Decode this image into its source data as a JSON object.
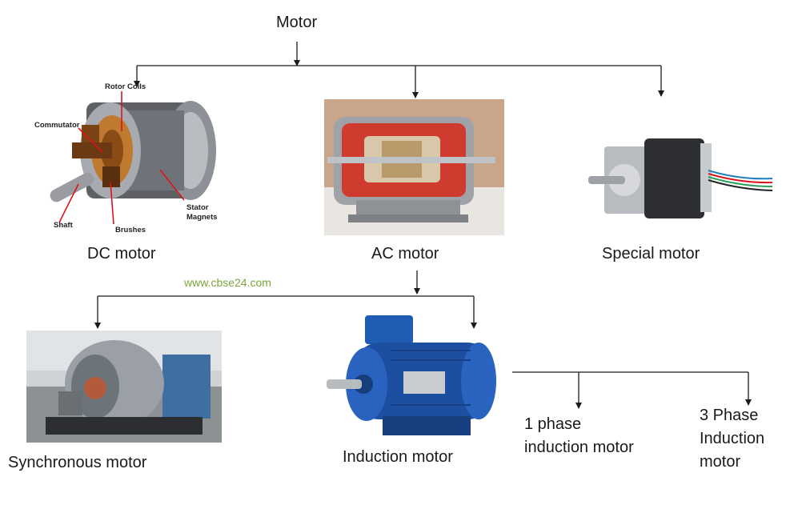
{
  "title": "Motor",
  "watermark": "www.cbse24.com",
  "nodes": {
    "dc": "DC motor",
    "ac": "AC motor",
    "special": "Special motor",
    "synchronous": "Synchronous motor",
    "induction": "Induction motor",
    "one_phase": [
      "1 phase",
      "induction motor"
    ],
    "three_phase": [
      "3 Phase",
      "Induction",
      "motor"
    ]
  },
  "dc_callouts": {
    "rotor_coils": "Rotor Coils",
    "commutator": "Commutator",
    "shaft": "Shaft",
    "brushes": "Brushes",
    "stator_magnets": [
      "Stator",
      "Magnets"
    ]
  },
  "colors": {
    "watermark": "#7aa53a",
    "lines": "#1a1a1a",
    "callout": "#d9141b"
  }
}
